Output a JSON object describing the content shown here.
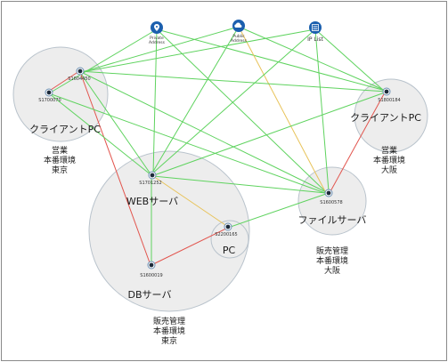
{
  "top_icons": [
    {
      "name": "map-pin-icon",
      "label_lines": [
        "Private",
        "Address"
      ]
    },
    {
      "name": "cloud-icon",
      "label_lines": [
        "Public",
        "Address"
      ]
    },
    {
      "name": "list-icon",
      "label_lines": [
        "IP List"
      ]
    }
  ],
  "clusters": {
    "osaka_client": [
      "営業",
      "本番環境",
      "大阪"
    ],
    "tokyo_client": [
      "営業",
      "本番環境",
      "東京"
    ],
    "tokyo_server": [
      "販売管理",
      "本番環境",
      "東京"
    ],
    "osaka_server": [
      "販売管理",
      "本番環境",
      "大阪"
    ]
  },
  "nodes": {
    "tokyo_client_a": {
      "id": "S1604450"
    },
    "tokyo_client_b": {
      "id": "S1700070",
      "role": "クライアントPC"
    },
    "osaka_client": {
      "id": "S1800184",
      "role": "クライアントPC"
    },
    "web": {
      "id": "S1701252",
      "role": "WEBサーバ"
    },
    "db": {
      "id": "S1600019",
      "role": "DBサーバ"
    },
    "pc": {
      "id": "S2200165",
      "role": "PC"
    },
    "file": {
      "id": "S1600578",
      "role": "ファイルサーバ"
    }
  },
  "edge_colors": {
    "green": "#5fd35f",
    "red": "#e2554e",
    "yellow": "#e8c35a"
  }
}
